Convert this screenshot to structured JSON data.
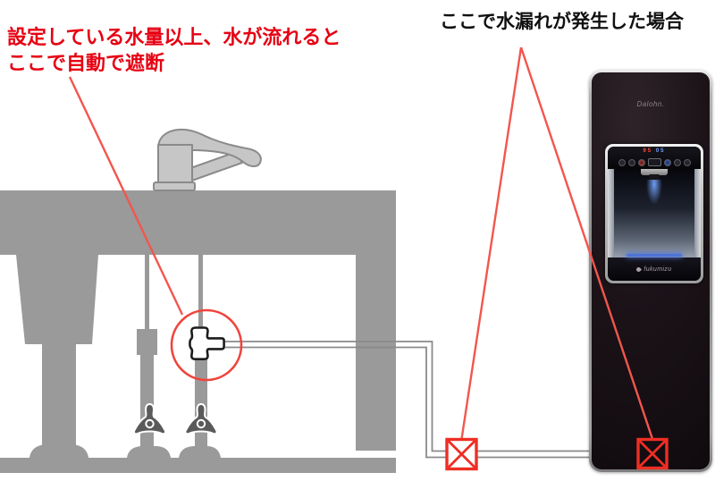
{
  "annotations": {
    "auto_shutoff_note": {
      "line1": "設定している水量以上、水が流れると",
      "line2": "ここで自動で遮断"
    },
    "leak_note": "ここで水漏れが発生した場合"
  },
  "dispenser": {
    "brand": "Dalohn.",
    "panel": {
      "hot_temp": "95",
      "cold_temp": "05",
      "buttons": [
        "power-button",
        "mode-button",
        "hot-water-button",
        "temp-screen",
        "cold-water-button",
        "eco-button",
        "dispense-button"
      ]
    },
    "model_label": "fukumizu"
  },
  "diagram_icons": {
    "faucet": "kitchen-faucet-icon",
    "auto_shutoff_valve": "auto-shutoff-valve-icon",
    "shutoff_handle": "angle-stop-valve-icon",
    "leak_point": "crossed-box-leak-icon",
    "tube": "water-supply-tube"
  },
  "colors": {
    "annotation_red": "#e60012",
    "leader_red": "#f0453c",
    "box_red": "#ee2e24",
    "diagram_gray": "#9a9a9a",
    "tube_gray": "#8a8a8a",
    "text_black": "#111111",
    "led_blue": "#4d74d8"
  }
}
